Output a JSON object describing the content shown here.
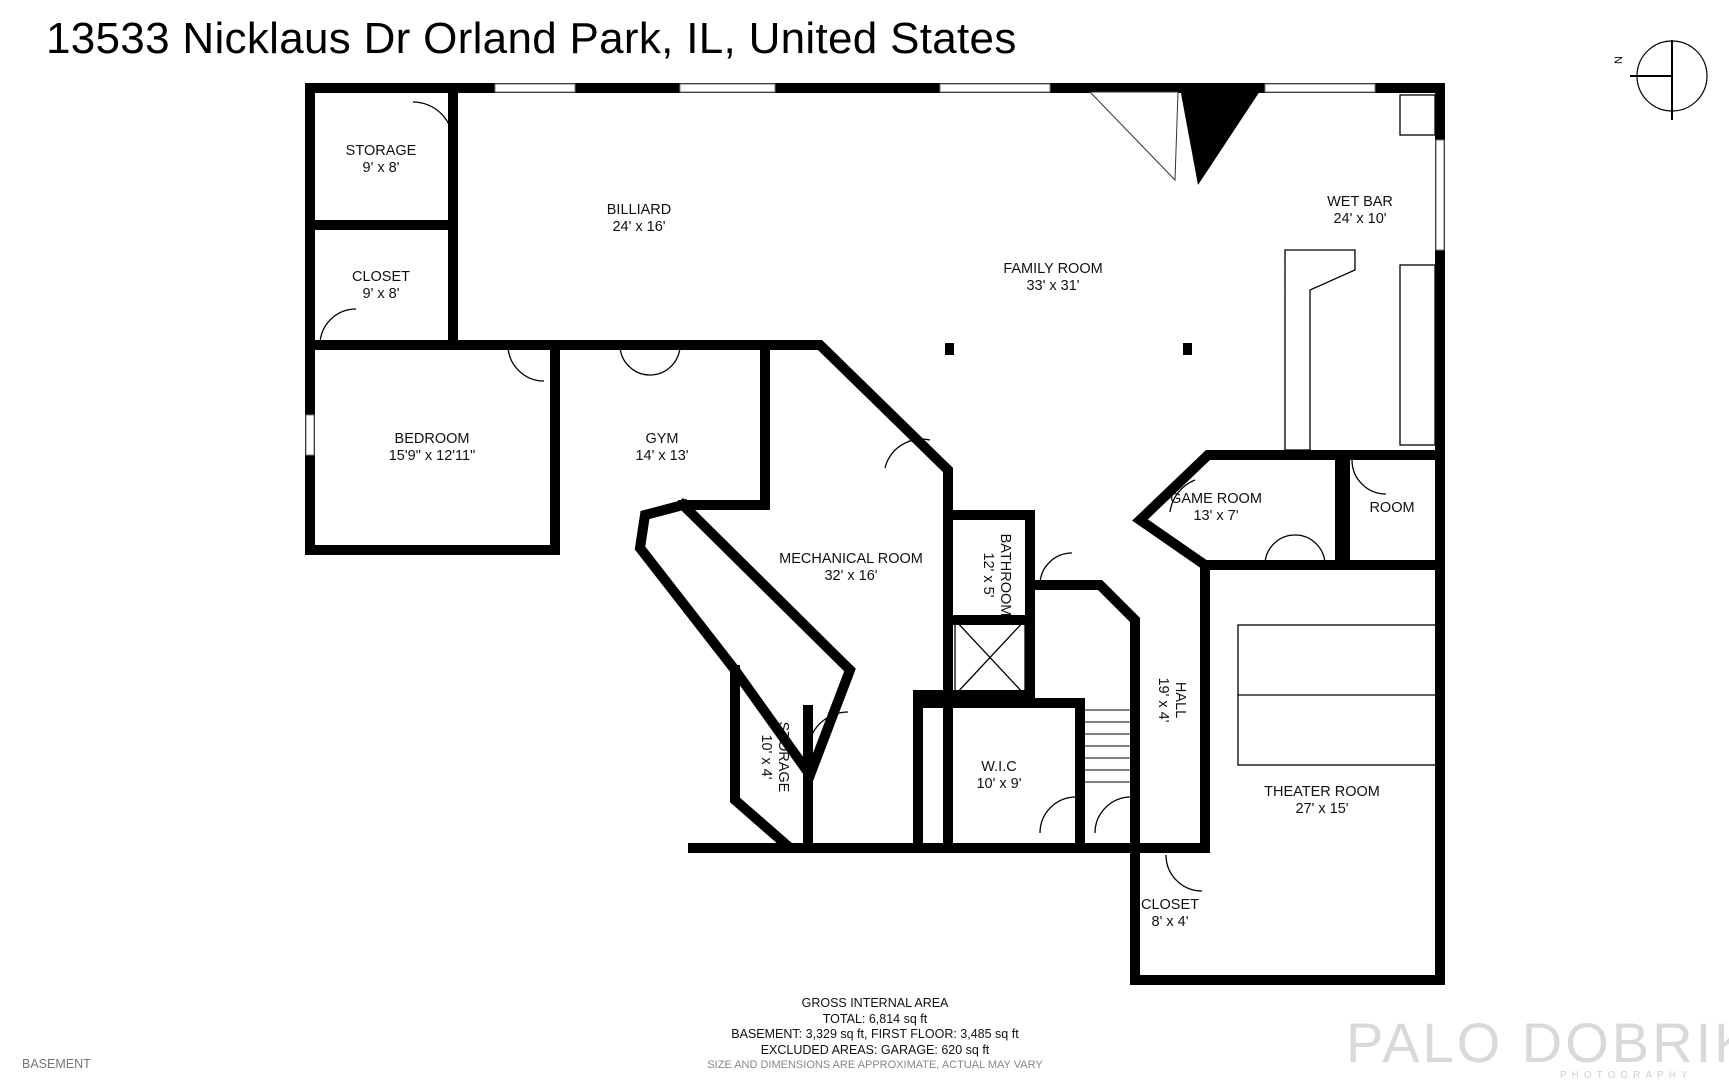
{
  "title": "13533 Nicklaus Dr Orland Park, IL, United States",
  "compass": {
    "label": "N",
    "icon": "north-compass-icon"
  },
  "rooms": [
    {
      "id": "storage-1",
      "name": "STORAGE",
      "size": "9' x 8'"
    },
    {
      "id": "closet-1",
      "name": "CLOSET",
      "size": "9' x 8'"
    },
    {
      "id": "billiard",
      "name": "BILLIARD",
      "size": "24' x 16'"
    },
    {
      "id": "family-room",
      "name": "FAMILY ROOM",
      "size": "33' x 31'"
    },
    {
      "id": "wet-bar",
      "name": "WET BAR",
      "size": "24' x 10'"
    },
    {
      "id": "bedroom",
      "name": "BEDROOM",
      "size": "15'9\" x 12'11\""
    },
    {
      "id": "gym",
      "name": "GYM",
      "size": "14' x 13'"
    },
    {
      "id": "mechanical-room",
      "name": "MECHANICAL ROOM",
      "size": "32' x 16'"
    },
    {
      "id": "bathroom",
      "name": "BATHROOM",
      "size": "12' x 5'"
    },
    {
      "id": "game-room",
      "name": "GAME ROOM",
      "size": "13' x 7'"
    },
    {
      "id": "room",
      "name": "ROOM",
      "size": ""
    },
    {
      "id": "storage-2",
      "name": "STORAGE",
      "size": "10' x 4'"
    },
    {
      "id": "wic",
      "name": "W.I.C",
      "size": "10' x 9'"
    },
    {
      "id": "hall",
      "name": "HALL",
      "size": "19' x 4'"
    },
    {
      "id": "theater-room",
      "name": "THEATER ROOM",
      "size": "27' x 15'"
    },
    {
      "id": "closet-2",
      "name": "CLOSET",
      "size": "8' x 4'"
    }
  ],
  "area": {
    "heading": "GROSS INTERNAL AREA",
    "total": "TOTAL: 6,814 sq ft",
    "breakdown": "BASEMENT: 3,329 sq ft, FIRST FLOOR: 3,485 sq ft",
    "excluded": "EXCLUDED AREAS: GARAGE: 620 sq ft",
    "disclaimer": "SIZE AND DIMENSIONS ARE APPROXIMATE, ACTUAL MAY VARY"
  },
  "floor_name": "BASEMENT",
  "branding": {
    "logo_text": "PALO DOBRIK",
    "sub": "PHOTOGRAPHY"
  },
  "colors": {
    "wall": "#000000",
    "background": "#ffffff",
    "watermark": "#d9d9d9"
  }
}
